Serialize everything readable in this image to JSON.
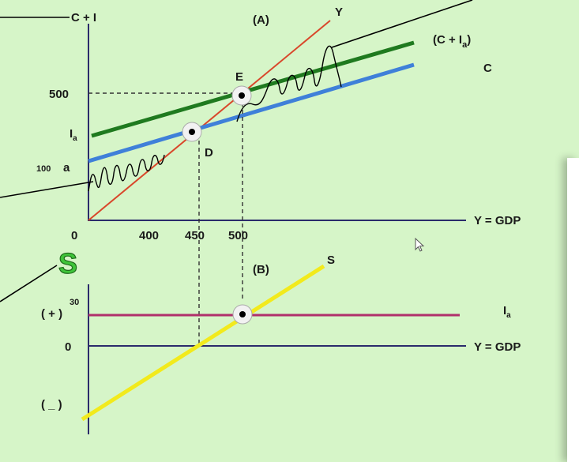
{
  "panel_a": {
    "title": "(A)",
    "y_axis_label": "C + I",
    "x_axis_label": "Y = GDP",
    "tick_500": "500",
    "tick_ia_main": "I",
    "tick_ia_sub": "a",
    "tick_100": "100",
    "tick_a": "a",
    "origin": "0",
    "x_ticks": [
      "400",
      "450",
      "500"
    ],
    "line_y": "Y",
    "line_cia_open": "(C + I",
    "line_cia_sub": "a",
    "line_cia_close": ")",
    "line_c": "C",
    "point_e": "E",
    "point_d": "D"
  },
  "panel_b": {
    "title": "(B)",
    "s_symbol": "S",
    "line_s": "S",
    "tick_plus": "( + )",
    "tick_30": "30",
    "tick_zero": "0",
    "tick_minus": "( _ )",
    "line_ia_main": "I",
    "line_ia_sub": "a",
    "x_axis_label": "Y = GDP"
  },
  "colors": {
    "background": "#d6f5c8",
    "axis": "#2b2b6b",
    "line_y": "#d9472b",
    "line_cia": "#1f7a1f",
    "line_c": "#3f80d9",
    "line_s": "#f2ea1c",
    "line_ia": "#b0306b",
    "s_symbol": "#3fc43a"
  }
}
